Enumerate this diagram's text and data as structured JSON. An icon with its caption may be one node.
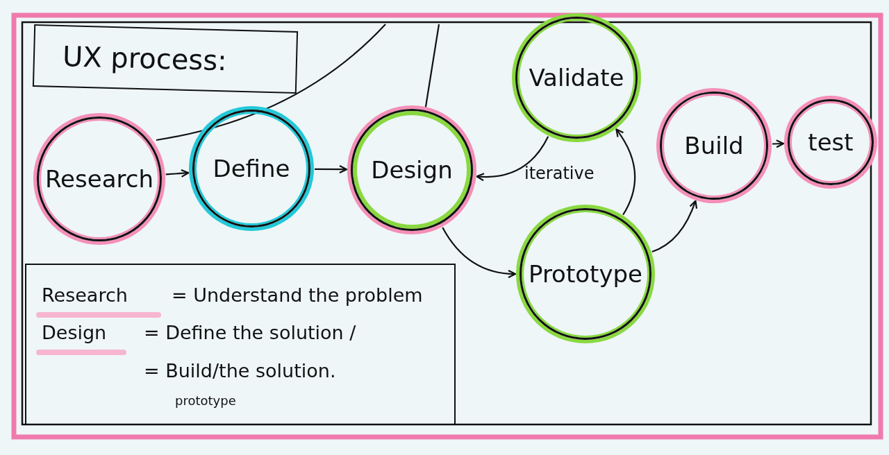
{
  "diagram": {
    "nodes": [
      {
        "text": [
          "UX process:"
        ]
      },
      {
        "text": [
          "Research"
        ]
      },
      {
        "text": [
          "Define"
        ]
      },
      {
        "text": [
          "Design"
        ]
      },
      {
        "text": [
          "Validate"
        ]
      },
      {
        "text": [
          "Prototype"
        ]
      },
      {
        "text": [
          "Build"
        ]
      },
      {
        "text": [
          "test"
        ]
      },
      {
        "text": [
          "Research",
          "= Understand the problem",
          "Design",
          "= Define the solution /",
          "= Build/the solution.",
          "prototype"
        ]
      }
    ],
    "edges": [
      {
        "from": 1,
        "to": 2,
        "arrow": "to"
      },
      {
        "from": 2,
        "to": 3,
        "arrow": "to"
      },
      {
        "from": 4,
        "to": 3,
        "arrow": "to"
      },
      {
        "from": 3,
        "to": 5,
        "arrow": "to"
      },
      {
        "from": 5,
        "to": 4,
        "arrow": "to"
      },
      {
        "from": 5,
        "to": 6,
        "arrow": "to"
      },
      {
        "from": 6,
        "to": 7,
        "arrow": "to"
      }
    ],
    "labels": [
      "iterative"
    ]
  }
}
